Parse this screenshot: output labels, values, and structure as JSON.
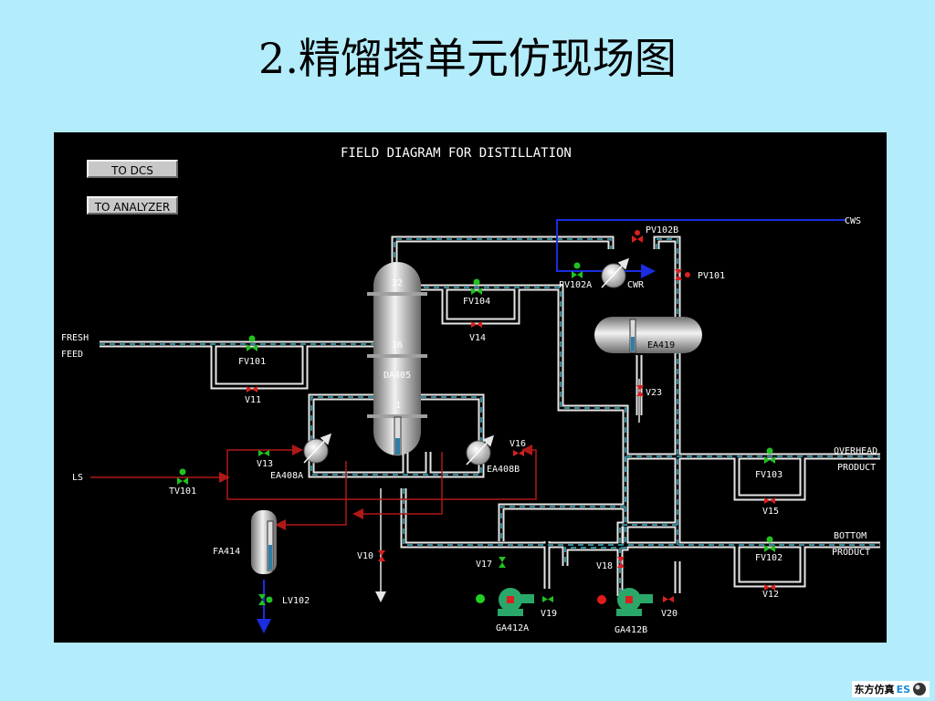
{
  "slide_title": "2.精馏塔单元仿现场图",
  "diagram_title": "FIELD DIAGRAM FOR DISTILLATION",
  "buttons": {
    "dcs": "TO DCS",
    "analyzer": "TO ANALYZER"
  },
  "labels": {
    "cws": "CWS",
    "cwr": "CWR",
    "fresh": "FRESH",
    "feed": "FEED",
    "ls": "LS",
    "overhead": "OVERHEAD",
    "overhead_product": "PRODUCT",
    "bottom": "BOTTOM",
    "bottom_product": "PRODUCT",
    "tray32": "32",
    "tray16": "16",
    "tray1": "1",
    "da405": "DA405",
    "ea419": "EA419",
    "ea408a": "EA408A",
    "ea408b": "EA408B",
    "fa414": "FA414",
    "ga412a": "GA412A",
    "ga412b": "GA412B",
    "pv102b": "PV102B",
    "pv102a": "PV102A",
    "pv101": "PV101",
    "fv104": "FV104",
    "v14": "V14",
    "fv101": "FV101",
    "v11": "V11",
    "v23": "V23",
    "v13": "V13",
    "v16": "V16",
    "tv101": "TV101",
    "fv103": "FV103",
    "v15": "V15",
    "fv102": "FV102",
    "v12": "V12",
    "v10": "V10",
    "lv102": "LV102",
    "v17": "V17",
    "v19": "V19",
    "v18": "V18",
    "v20": "V20"
  },
  "logo": {
    "text": "东方仿真",
    "suffix": "ES"
  },
  "colors": {
    "background": "#b3ecfb",
    "panel": "#000000",
    "pipe": "#e6e6e6",
    "pipe_flow": "#3fb4c8",
    "steam": "#b01818",
    "cooling_water": "#1a2de0",
    "valve_open": "#22c022",
    "valve_closed": "#d82020",
    "pump": "#2aa86a",
    "level": "#2b7fa8"
  }
}
